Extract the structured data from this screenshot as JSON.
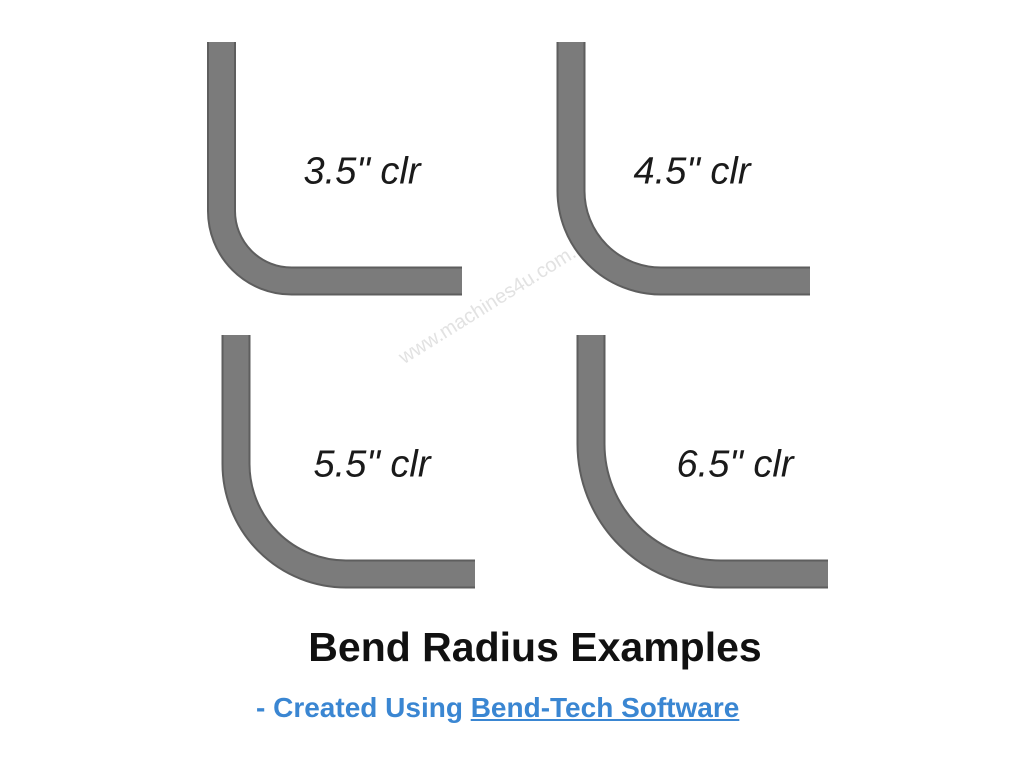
{
  "bends": [
    {
      "label": "3.5\" clr"
    },
    {
      "label": "4.5\" clr"
    },
    {
      "label": "5.5\" clr"
    },
    {
      "label": "6.5\" clr"
    }
  ],
  "title": "Bend Radius Examples",
  "subtitle": {
    "prefix": "- Created Using ",
    "link": "Bend-Tech Software"
  },
  "watermark": "www.machines4u.com.au",
  "colors": {
    "tube": "#7b7b7b",
    "tube_edge": "#5e5e5e",
    "link": "#3a86d2"
  }
}
